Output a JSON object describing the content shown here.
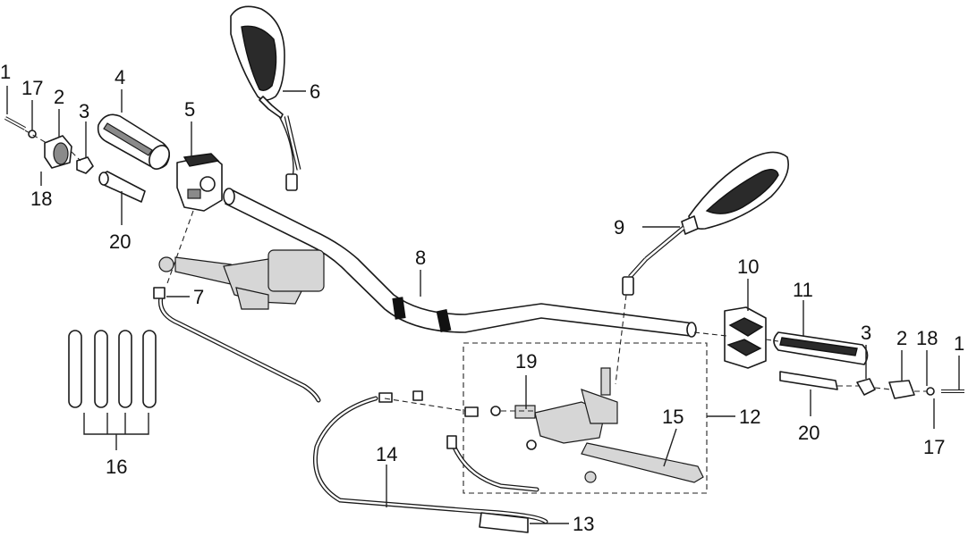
{
  "callouts": {
    "c1_left": "1",
    "c17_left": "17",
    "c2_left": "2",
    "c3_left": "3",
    "c4": "4",
    "c5": "5",
    "c6": "6",
    "c18_left": "18",
    "c20_left": "20",
    "c7": "7",
    "c16": "16",
    "c8": "8",
    "c9": "9",
    "c10": "10",
    "c11": "11",
    "c3_right": "3",
    "c2_right": "2",
    "c18_right": "18",
    "c1_right": "1",
    "c19": "19",
    "c12": "12",
    "c15": "15",
    "c20_right": "20",
    "c17_right": "17",
    "c14": "14",
    "c13": "13"
  }
}
